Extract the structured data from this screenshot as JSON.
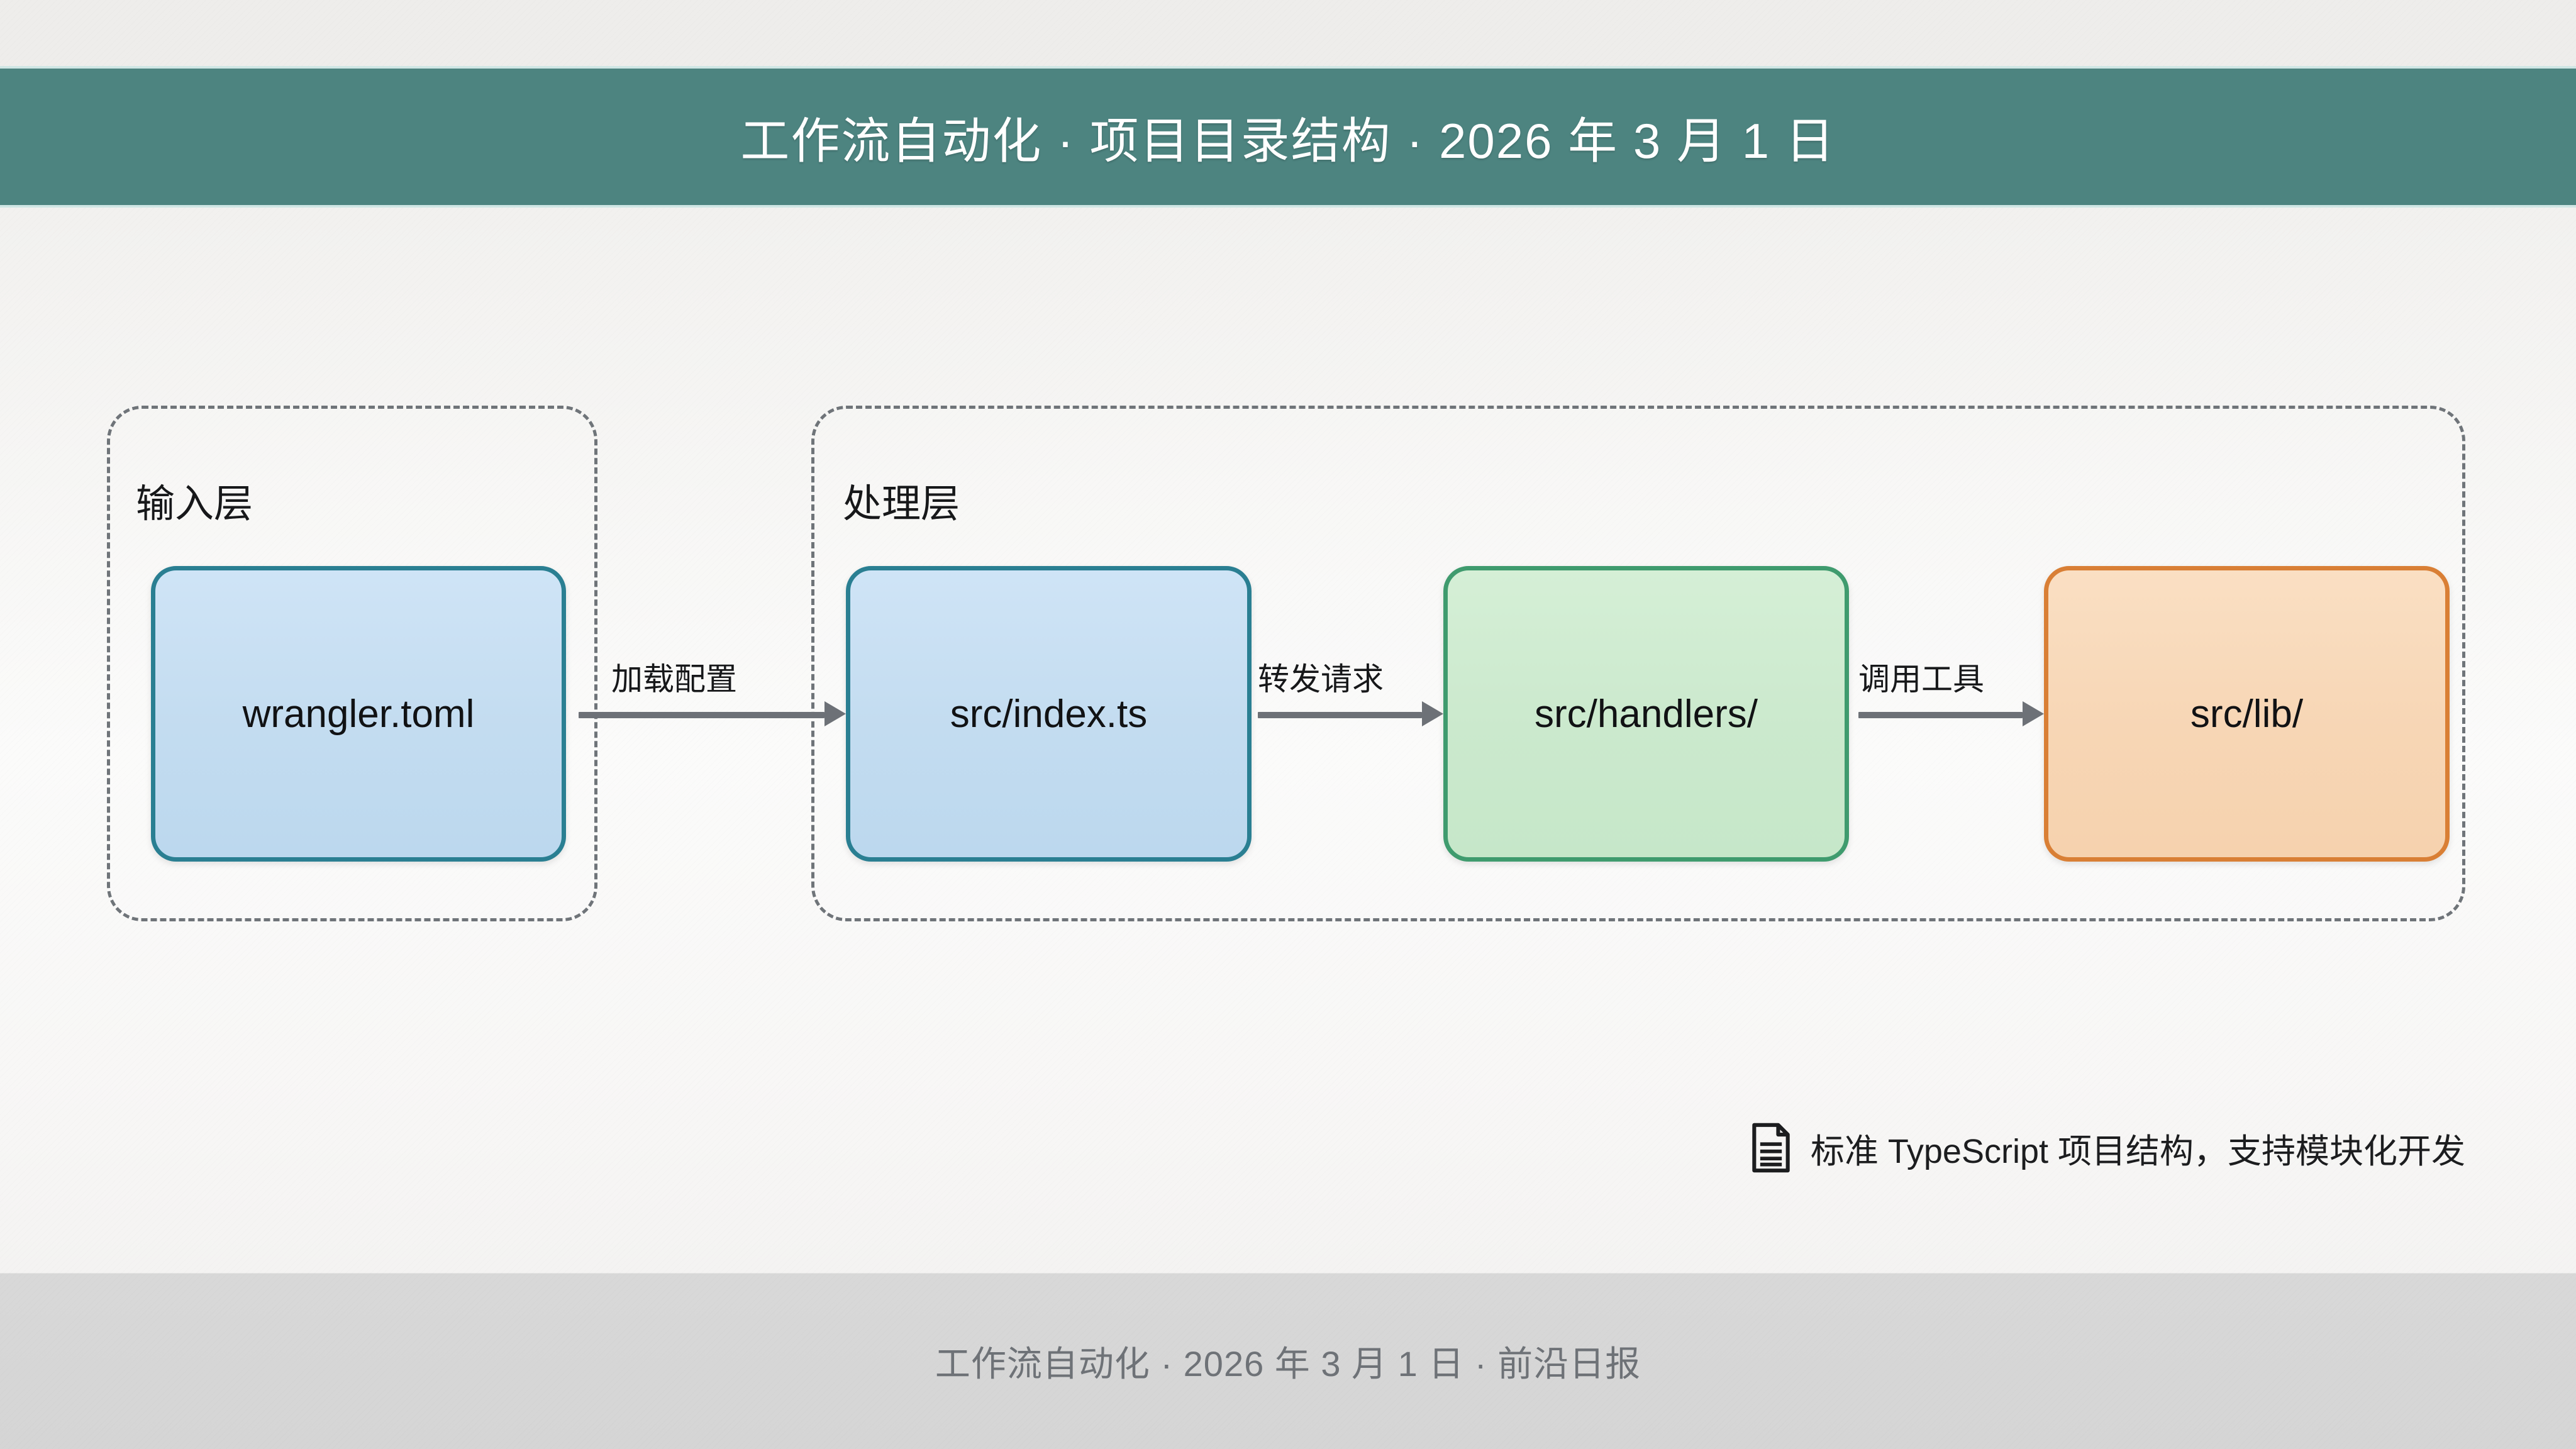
{
  "header": {
    "title": "工作流自动化 · 项目目录结构 · 2026 年 3 月 1 日"
  },
  "theme": {
    "band_color": "#4d8480",
    "band_border": "#cfe6e4",
    "page_background": "#f4f3f2",
    "footer_background": "#d8d8d8",
    "cluster_border": "#6f7479",
    "edge_color": "#6d7177",
    "blue_fill": "#c7dff2",
    "blue_border": "#2a7f92",
    "green_fill": "#cfebd1",
    "green_border": "#3f9b6e",
    "orange_fill": "#f8d8b8",
    "orange_border": "#d97f35"
  },
  "diagram": {
    "clusters": [
      {
        "id": "input",
        "label": "输入层"
      },
      {
        "id": "process",
        "label": "处理层"
      }
    ],
    "nodes": [
      {
        "id": "wrangler",
        "label": "wrangler.toml",
        "color": "blue",
        "cluster": "input"
      },
      {
        "id": "index",
        "label": "src/index.ts",
        "color": "blue",
        "cluster": "process"
      },
      {
        "id": "handlers",
        "label": "src/handlers/",
        "color": "green",
        "cluster": "process"
      },
      {
        "id": "lib",
        "label": "src/lib/",
        "color": "orange",
        "cluster": "process"
      }
    ],
    "edges": [
      {
        "from": "wrangler",
        "to": "index",
        "label": "加载配置"
      },
      {
        "from": "index",
        "to": "handlers",
        "label": "转发请求"
      },
      {
        "from": "handlers",
        "to": "lib",
        "label": "调用工具"
      }
    ]
  },
  "footnote": {
    "icon": "document-icon",
    "text": "标准 TypeScript 项目结构，支持模块化开发"
  },
  "footer": {
    "text": "工作流自动化 · 2026 年 3 月 1 日 · 前沿日报"
  }
}
